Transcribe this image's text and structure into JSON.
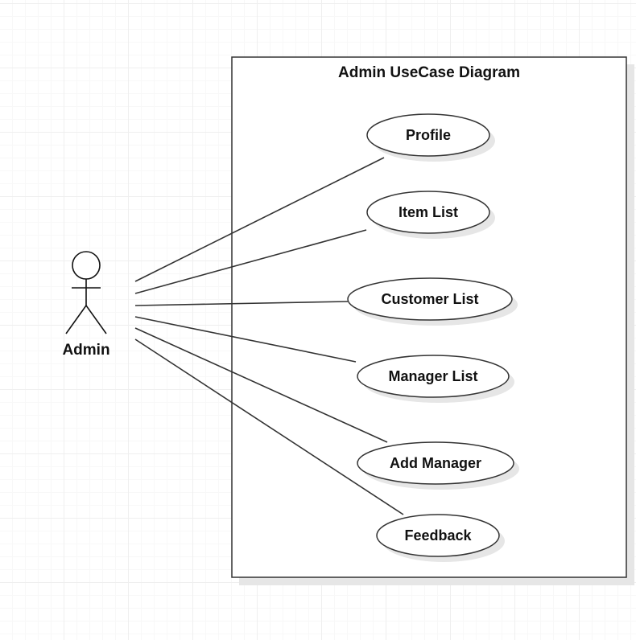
{
  "diagram": {
    "title": "Admin UseCase Diagram",
    "actor": {
      "label": "Admin"
    },
    "use_cases": [
      {
        "label": "Profile"
      },
      {
        "label": "Item List"
      },
      {
        "label": "Customer List"
      },
      {
        "label": "Manager List"
      },
      {
        "label": "Add Manager"
      },
      {
        "label": "Feedback"
      }
    ],
    "colors": {
      "stroke": "#333333",
      "shadow": "#e6e6e6",
      "fill": "#ffffff",
      "grid": "#efefef"
    }
  }
}
